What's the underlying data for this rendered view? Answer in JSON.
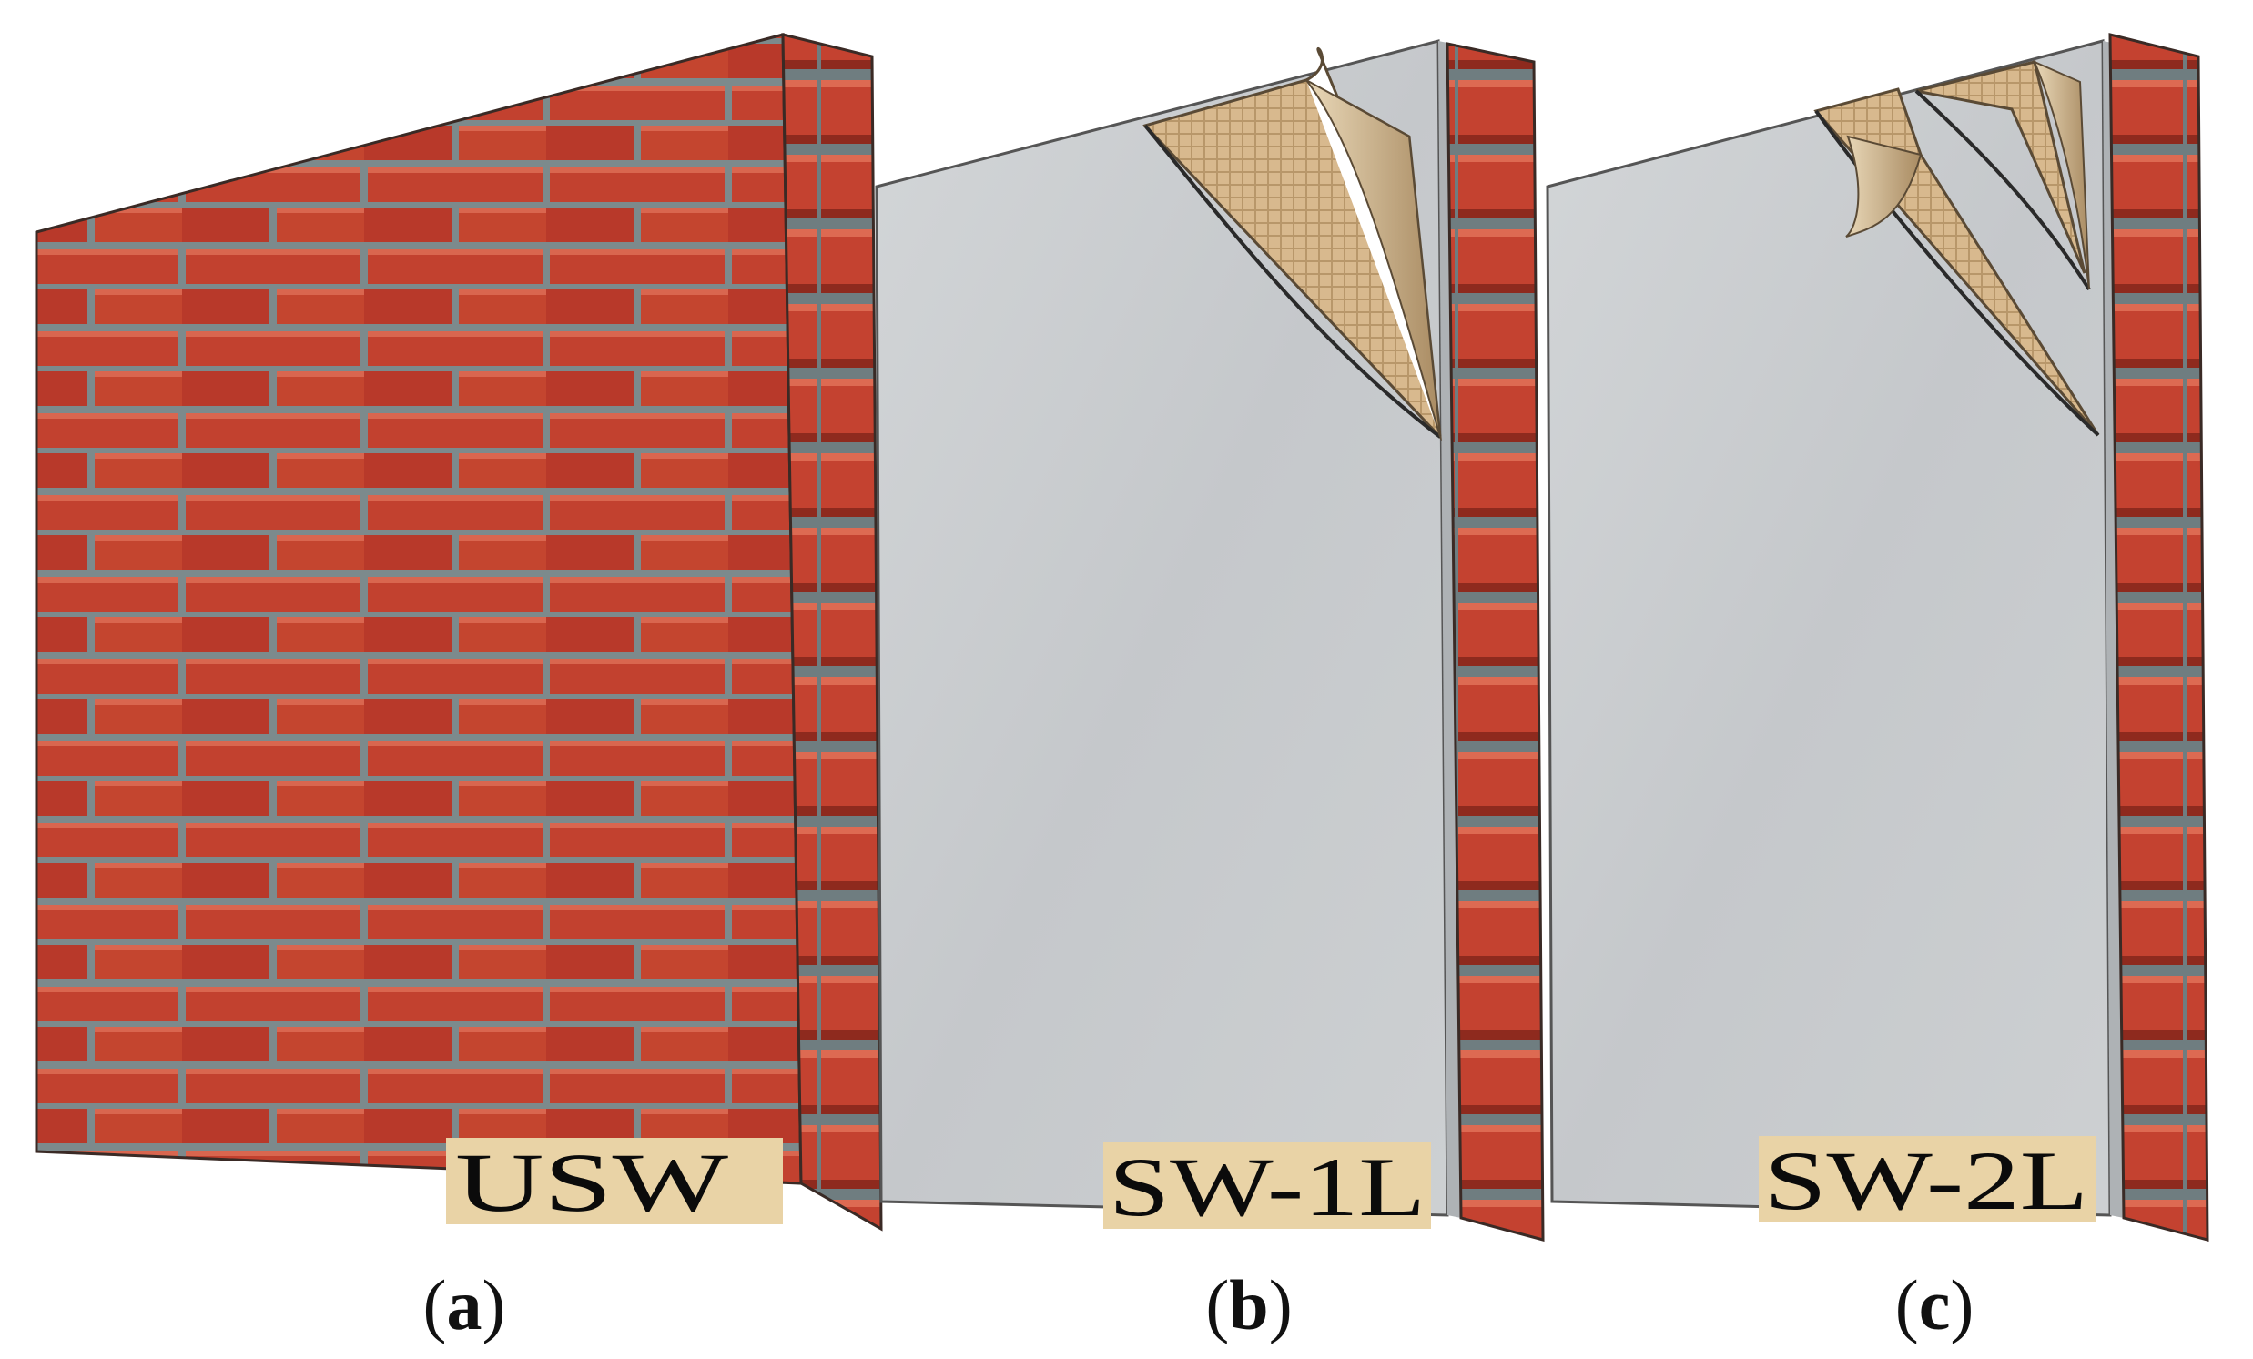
{
  "panels": [
    {
      "id": "a",
      "tag": "USW",
      "caption_letter": "a"
    },
    {
      "id": "b",
      "tag": "SW-1L",
      "caption_letter": "b"
    },
    {
      "id": "c",
      "tag": "SW-2L",
      "caption_letter": "c"
    }
  ],
  "colors": {
    "brick": "#c2412f",
    "brick_dark": "#8e2a1e",
    "mortar": "#7c8a8c",
    "plaster": "#c9cccf",
    "plaster_edge": "#aeb2b5",
    "mesh": "#d8b98e",
    "label_bg": "#e9d3a6"
  }
}
